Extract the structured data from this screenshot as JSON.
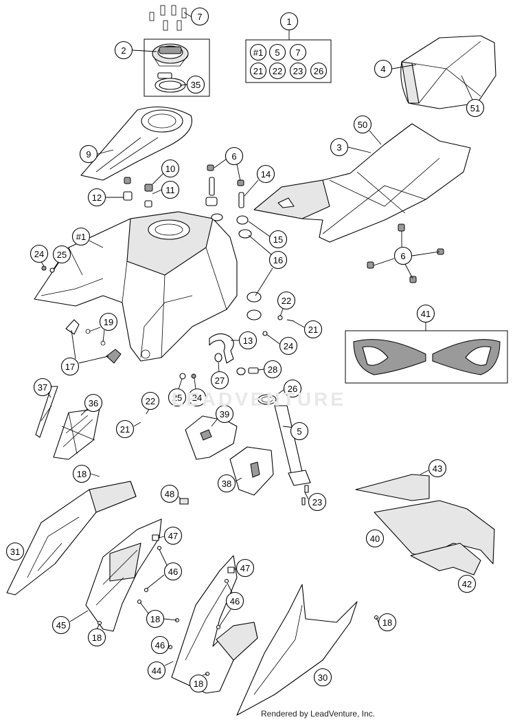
{
  "watermark": "LEADVENTURE",
  "credit": "Rendered by LeadVenture, Inc.",
  "callouts": [
    {
      "id": "c1",
      "label": "1"
    },
    {
      "id": "c2",
      "label": "2"
    },
    {
      "id": "c3",
      "label": "3"
    },
    {
      "id": "c4",
      "label": "4"
    },
    {
      "id": "c5",
      "label": "5"
    },
    {
      "id": "c6a",
      "label": "6"
    },
    {
      "id": "c6b",
      "label": "6"
    },
    {
      "id": "c7",
      "label": "7"
    },
    {
      "id": "c9",
      "label": "9"
    },
    {
      "id": "c10",
      "label": "10"
    },
    {
      "id": "c11",
      "label": "11"
    },
    {
      "id": "c12",
      "label": "12"
    },
    {
      "id": "c13",
      "label": "13"
    },
    {
      "id": "c14",
      "label": "14"
    },
    {
      "id": "c15",
      "label": "15"
    },
    {
      "id": "c16",
      "label": "16"
    },
    {
      "id": "c17",
      "label": "17"
    },
    {
      "id": "c18a",
      "label": "18"
    },
    {
      "id": "c18b",
      "label": "18"
    },
    {
      "id": "c18c",
      "label": "18"
    },
    {
      "id": "c18d",
      "label": "18"
    },
    {
      "id": "c18e",
      "label": "18"
    },
    {
      "id": "c19",
      "label": "19"
    },
    {
      "id": "c21a",
      "label": "21"
    },
    {
      "id": "c21b",
      "label": "21"
    },
    {
      "id": "c22a",
      "label": "22"
    },
    {
      "id": "c22b",
      "label": "22"
    },
    {
      "id": "c23",
      "label": "23"
    },
    {
      "id": "c24a",
      "label": "24"
    },
    {
      "id": "c24b",
      "label": "24"
    },
    {
      "id": "c24c",
      "label": "24"
    },
    {
      "id": "c25a",
      "label": "25"
    },
    {
      "id": "c25b",
      "label": "25"
    },
    {
      "id": "c26",
      "label": "26"
    },
    {
      "id": "c27",
      "label": "27"
    },
    {
      "id": "c28",
      "label": "28"
    },
    {
      "id": "c30",
      "label": "30"
    },
    {
      "id": "c31",
      "label": "31"
    },
    {
      "id": "c35",
      "label": "35"
    },
    {
      "id": "c36",
      "label": "36"
    },
    {
      "id": "c37",
      "label": "37"
    },
    {
      "id": "c38",
      "label": "38"
    },
    {
      "id": "c39",
      "label": "39"
    },
    {
      "id": "c40",
      "label": "40"
    },
    {
      "id": "c41",
      "label": "41"
    },
    {
      "id": "c42",
      "label": "42"
    },
    {
      "id": "c43",
      "label": "43"
    },
    {
      "id": "c44",
      "label": "44"
    },
    {
      "id": "c45",
      "label": "45"
    },
    {
      "id": "c46a",
      "label": "46"
    },
    {
      "id": "c46b",
      "label": "46"
    },
    {
      "id": "c46c",
      "label": "46"
    },
    {
      "id": "c47a",
      "label": "47"
    },
    {
      "id": "c47b",
      "label": "47"
    },
    {
      "id": "c48",
      "label": "48"
    },
    {
      "id": "c50",
      "label": "50"
    },
    {
      "id": "c51",
      "label": "51"
    },
    {
      "id": "ct1",
      "label": "#1"
    }
  ],
  "kit_box": {
    "items": [
      {
        "id": "k1",
        "label": "#1"
      },
      {
        "id": "k5",
        "label": "5"
      },
      {
        "id": "k7",
        "label": "7"
      },
      {
        "id": "k21",
        "label": "21"
      },
      {
        "id": "k22",
        "label": "22"
      },
      {
        "id": "k23",
        "label": "23"
      },
      {
        "id": "k26",
        "label": "26"
      }
    ]
  }
}
